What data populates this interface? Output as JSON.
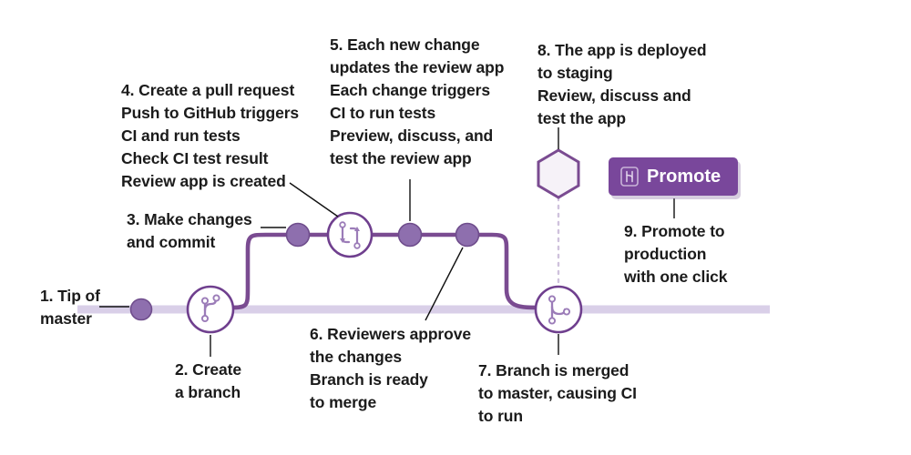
{
  "diagram": {
    "title": "Heroku Review Apps / GitHub Flow pipeline",
    "colors": {
      "master_line": "#d9cfe8",
      "branch_line": "#7a4b91",
      "commit_dot_fill": "#8e6fae",
      "commit_dot_stroke": "#6f4d8c",
      "node_stroke": "#6f3f8e",
      "node_fill": "#ffffff",
      "hexagon_fill": "#f6f2f8",
      "hexagon_stroke": "#7a4b91",
      "promote_bg": "#79479b",
      "promote_text": "#ffffff",
      "leader_line": "#111111",
      "dotted_line": "#cfc2dd",
      "text": "#1b1b1b"
    },
    "steps": [
      {
        "id": 1,
        "text": "1. Tip of\nmaster"
      },
      {
        "id": 2,
        "text": "2. Create\na branch"
      },
      {
        "id": 3,
        "text": "3. Make changes\nand commit"
      },
      {
        "id": 4,
        "text": "4. Create a pull request\nPush to GitHub triggers\nCI and run tests\nCheck CI test result\nReview app is created"
      },
      {
        "id": 5,
        "text": "5. Each new change\nupdates the review app\nEach change triggers\nCI to run tests\nPreview, discuss, and\ntest the review app"
      },
      {
        "id": 6,
        "text": "6. Reviewers approve\nthe changes\nBranch is ready\nto merge"
      },
      {
        "id": 7,
        "text": "7. Branch is merged\nto master, causing CI\nto run"
      },
      {
        "id": 8,
        "text": "8. The app is deployed\nto staging\nReview, discuss and\ntest the app"
      },
      {
        "id": 9,
        "text": "9. Promote to\nproduction\nwith one click"
      }
    ],
    "nodes": [
      {
        "name": "tip-of-master-commit",
        "kind": "commit-dot"
      },
      {
        "name": "create-branch-node",
        "kind": "git-branch-icon"
      },
      {
        "name": "commit-dot-1",
        "kind": "commit-dot"
      },
      {
        "name": "pull-request-node",
        "kind": "pull-request-icon"
      },
      {
        "name": "commit-dot-2",
        "kind": "commit-dot"
      },
      {
        "name": "commit-dot-3",
        "kind": "commit-dot"
      },
      {
        "name": "merge-node",
        "kind": "git-merge-icon"
      },
      {
        "name": "staging-hexagon",
        "kind": "hexagon"
      }
    ],
    "promote_button": {
      "label": "Promote",
      "icon": "heroku-icon"
    }
  }
}
